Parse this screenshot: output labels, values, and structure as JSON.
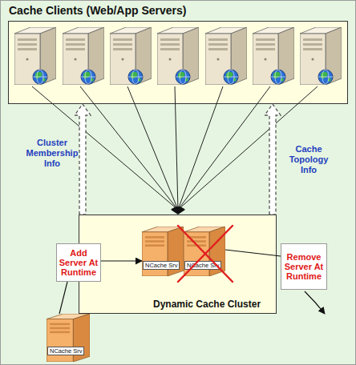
{
  "diagram": {
    "nodes": [
      {
        "text": [
          "Cache Clients (Web/App Servers)"
        ]
      },
      {
        "text": [
          "Dynamic Cache Cluster"
        ]
      },
      {
        "text": [
          "NCache Srv"
        ],
        "in": 1
      },
      {
        "text": [
          "NCache Srv"
        ],
        "in": 1
      },
      {
        "text": [
          "Add Server At Runtime"
        ]
      },
      {
        "text": [
          "Remove Server At Runtime"
        ]
      },
      {
        "text": [
          "NCache Srv"
        ]
      }
    ],
    "edges": [
      {
        "from": 1,
        "to": 0,
        "arrow": "to",
        "label": "Cluster Membership Info"
      },
      {
        "from": 1,
        "to": 0,
        "arrow": "to",
        "label": "Cache Topology Info"
      },
      {
        "from": 4,
        "to": 2,
        "arrow": "to"
      },
      {
        "from": 6,
        "to": 4,
        "arrow": "none"
      },
      {
        "from": 3,
        "to": 5,
        "arrow": "none"
      }
    ]
  }
}
